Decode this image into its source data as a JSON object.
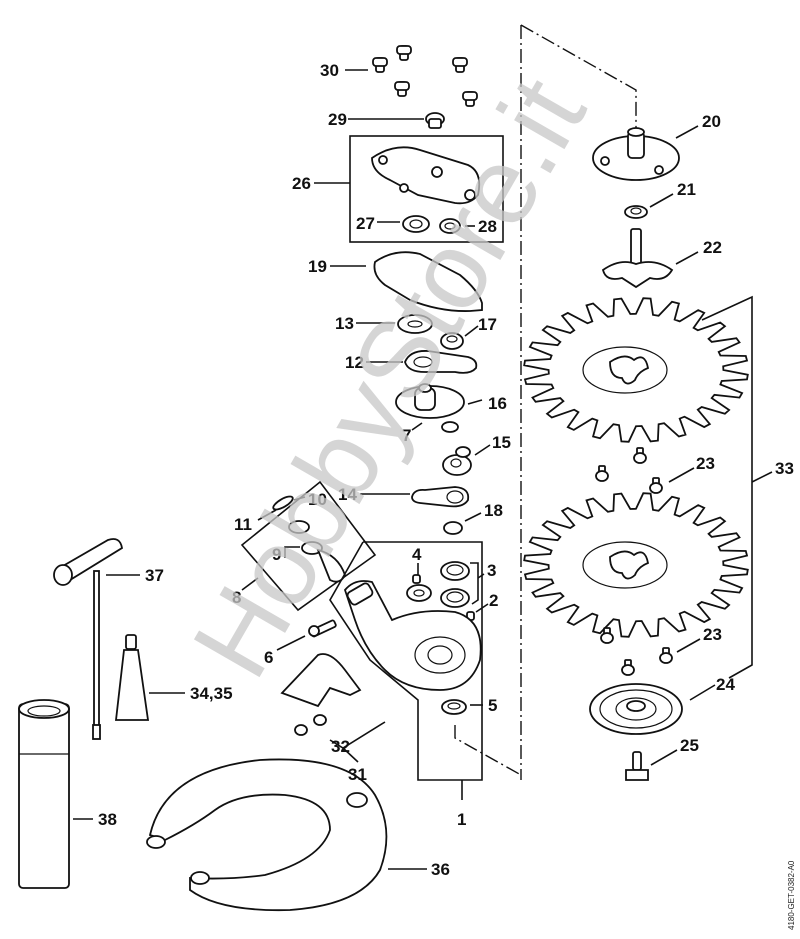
{
  "diagram": {
    "title": "Exploded parts diagram – gear head with cutting blades",
    "drawing_code": "4180-GET-0382-A0",
    "watermark": "HobbyStore.it",
    "colors": {
      "line": "#111111",
      "background": "#ffffff",
      "watermark": "#c8c8c8"
    },
    "callouts": [
      {
        "id": "1",
        "label": "1"
      },
      {
        "id": "2",
        "label": "2"
      },
      {
        "id": "3",
        "label": "3"
      },
      {
        "id": "4",
        "label": "4"
      },
      {
        "id": "5",
        "label": "5"
      },
      {
        "id": "6",
        "label": "6"
      },
      {
        "id": "7",
        "label": "7"
      },
      {
        "id": "8",
        "label": "8"
      },
      {
        "id": "9",
        "label": "9"
      },
      {
        "id": "10",
        "label": "10"
      },
      {
        "id": "11",
        "label": "11"
      },
      {
        "id": "12",
        "label": "12"
      },
      {
        "id": "13",
        "label": "13"
      },
      {
        "id": "14",
        "label": "14"
      },
      {
        "id": "15",
        "label": "15"
      },
      {
        "id": "16",
        "label": "16"
      },
      {
        "id": "17",
        "label": "17"
      },
      {
        "id": "18",
        "label": "18"
      },
      {
        "id": "19",
        "label": "19"
      },
      {
        "id": "20",
        "label": "20"
      },
      {
        "id": "21",
        "label": "21"
      },
      {
        "id": "22",
        "label": "22"
      },
      {
        "id": "23a",
        "label": "23"
      },
      {
        "id": "23b",
        "label": "23"
      },
      {
        "id": "24",
        "label": "24"
      },
      {
        "id": "25",
        "label": "25"
      },
      {
        "id": "26",
        "label": "26"
      },
      {
        "id": "27",
        "label": "27"
      },
      {
        "id": "28",
        "label": "28"
      },
      {
        "id": "29",
        "label": "29"
      },
      {
        "id": "30",
        "label": "30"
      },
      {
        "id": "31",
        "label": "31"
      },
      {
        "id": "32",
        "label": "32"
      },
      {
        "id": "33",
        "label": "33"
      },
      {
        "id": "3435",
        "label": "34,35"
      },
      {
        "id": "36",
        "label": "36"
      },
      {
        "id": "37",
        "label": "37"
      },
      {
        "id": "38",
        "label": "38"
      }
    ]
  }
}
